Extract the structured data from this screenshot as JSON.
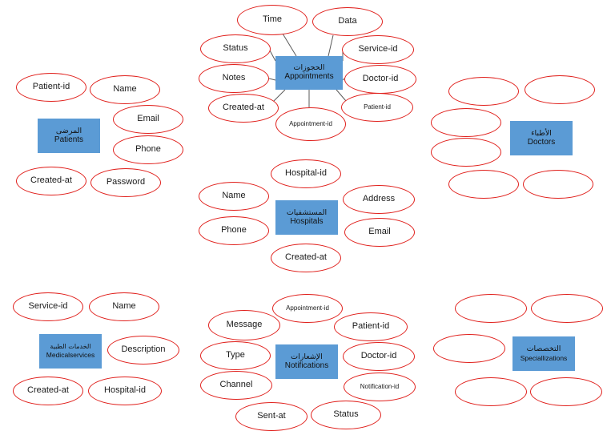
{
  "colors": {
    "entity_fill": "#5b9bd5",
    "attribute_stroke": "#e0201c",
    "connector": "#595959"
  },
  "entities": {
    "appointments": {
      "ar": "الحجوزات",
      "en": "Appointments"
    },
    "patients": {
      "ar": "المرضى",
      "en": "Patients"
    },
    "doctors": {
      "ar": "الأطباء",
      "en": "Doctors"
    },
    "hospitals": {
      "ar": "المستشفيات",
      "en": "Hospitals"
    },
    "medicalservices": {
      "ar": "الخدمات الطبية",
      "en": "Medicalservices"
    },
    "notifications": {
      "ar": "الإشعارات",
      "en": "Notifications"
    },
    "specializations": {
      "ar": "التخصصات",
      "en": "Speciallizations"
    }
  },
  "attributes": {
    "appointments": [
      "Time",
      "Data",
      "Status",
      "Service-id",
      "Notes",
      "Doctor-id",
      "Created-at",
      "Patient-id",
      "Appointment-id"
    ],
    "patients": [
      "Patient-id",
      "Name",
      "Email",
      "Phone",
      "Created-at",
      "Password"
    ],
    "doctors": [
      "",
      "",
      "",
      "",
      "",
      ""
    ],
    "hospitals": [
      "Hospital-id",
      "Name",
      "Address",
      "Phone",
      "Email",
      "Created-at"
    ],
    "medicalservices": [
      "Service-id",
      "Name",
      "Description",
      "Created-at",
      "Hospital-id"
    ],
    "notifications": [
      "Appointment-id",
      "Message",
      "Patient-id",
      "Type",
      "Doctor-id",
      "Channel",
      "Notification-id",
      "Sent-at",
      "Status"
    ],
    "specializations": [
      "",
      "",
      "",
      "",
      ""
    ]
  }
}
